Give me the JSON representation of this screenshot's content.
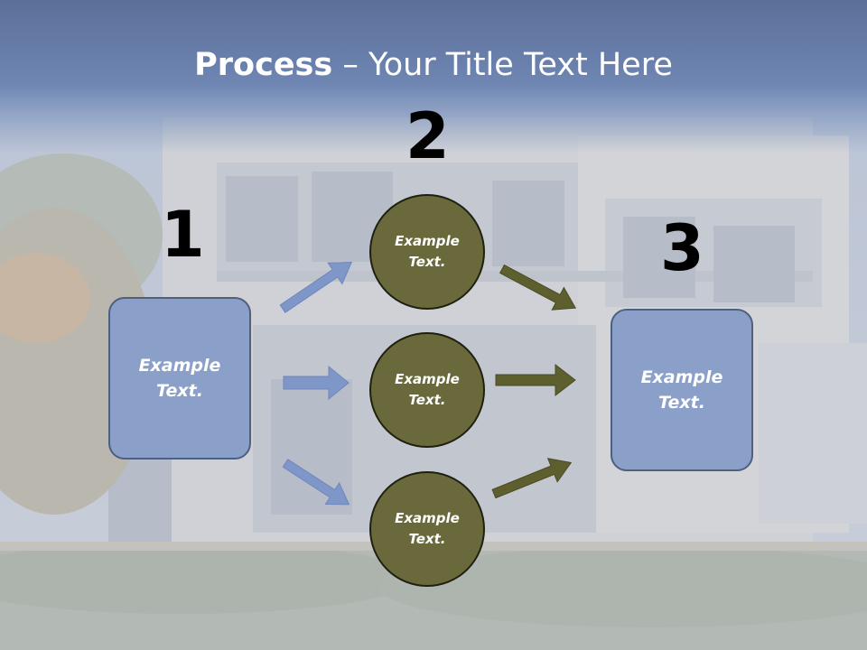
{
  "title": {
    "bold": "Process",
    "rest": " – Your Title Text Here"
  },
  "steps": {
    "n1": "1",
    "n2": "2",
    "n3": "3"
  },
  "left_box": {
    "label": "Example\nText."
  },
  "circles": [
    {
      "label": "Example\nText."
    },
    {
      "label": "Example\nText."
    },
    {
      "label": "Example\nText."
    }
  ],
  "right_box": {
    "label": "Example\nText."
  },
  "colors": {
    "box": "#8aa0c8",
    "circle": "#69693b",
    "arrow_in": "#7f96c8",
    "arrow_out": "#5e5f2f",
    "header": "#5b6f98"
  }
}
